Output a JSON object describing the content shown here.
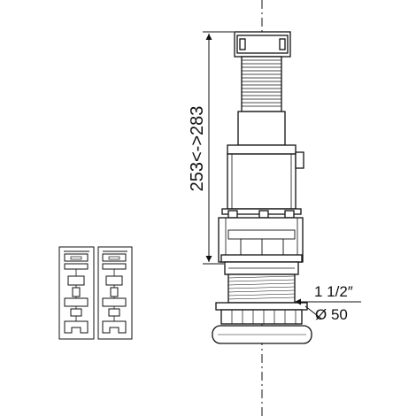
{
  "dimensions": {
    "height_range": "253<->283",
    "thread_size": "1 1/2″",
    "diameter": "Ø 50"
  },
  "colors": {
    "line": "#111111",
    "background": "#ffffff",
    "light_fill": "#f2f2f2"
  }
}
